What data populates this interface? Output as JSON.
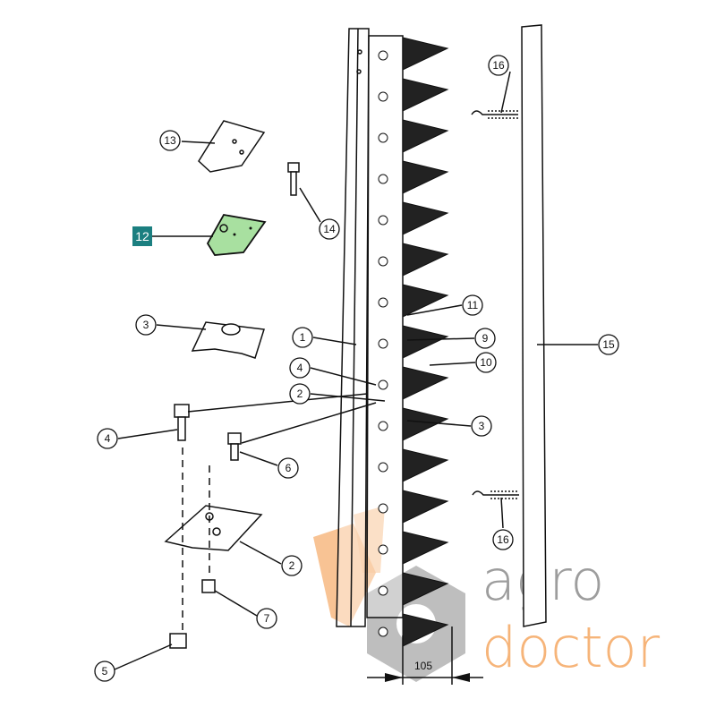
{
  "diagram": {
    "callouts": [
      "16",
      "13",
      "14",
      "12",
      "3",
      "1",
      "11",
      "9",
      "10",
      "15",
      "4",
      "2",
      "3",
      "4",
      "6",
      "16",
      "2",
      "7",
      "5"
    ],
    "highlighted_part": "12",
    "dimension": "105",
    "colors": {
      "highlight": "#a8e0a0",
      "badge": "#1b7f80",
      "logo_orange": "#f5a862",
      "logo_gray": "#8c8c8c"
    }
  },
  "logo": {
    "line1": "agro",
    "line2": "doctor"
  }
}
